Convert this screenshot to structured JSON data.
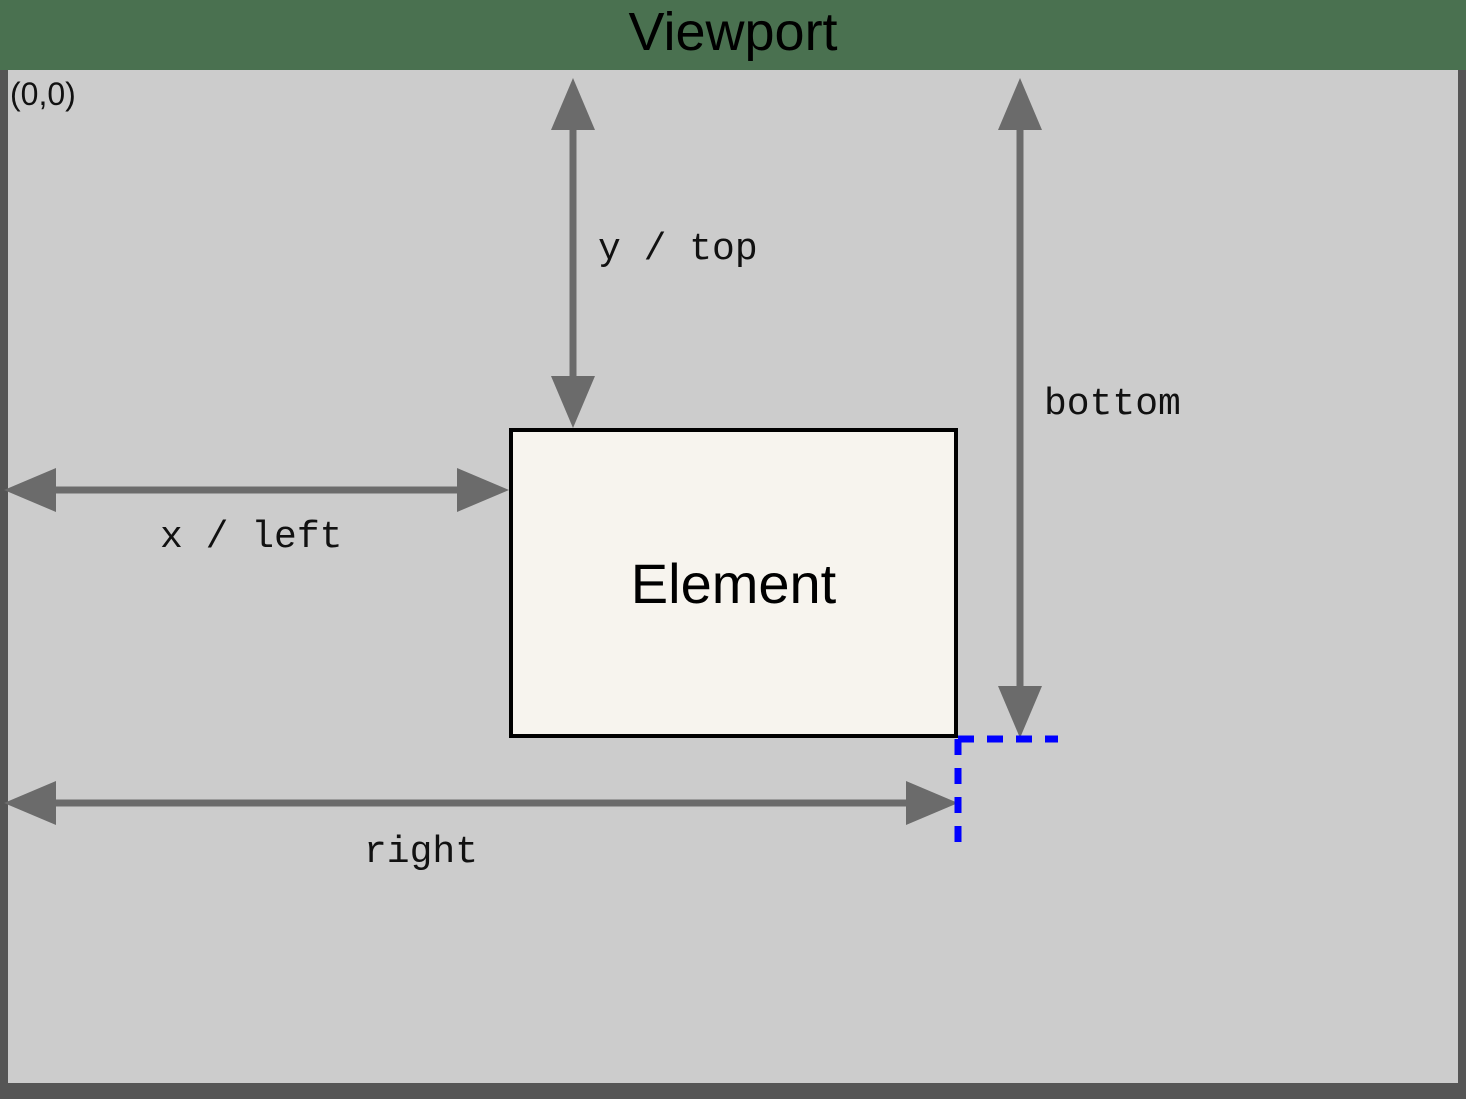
{
  "header": {
    "title": "Viewport",
    "background_color": "#4a7150"
  },
  "viewport": {
    "origin_label": "(0,0)",
    "background_color": "#cccccc",
    "border_color": "#555555"
  },
  "element": {
    "label": "Element",
    "fill_color": "#f7f4ee",
    "border_color": "#000000"
  },
  "guides": {
    "color": "#0000ff",
    "style": "dashed"
  },
  "measurements": [
    {
      "id": "y-top",
      "label": "y / top",
      "orientation": "vertical",
      "from": "viewport top edge",
      "to": "element top edge"
    },
    {
      "id": "x-left",
      "label": "x / left",
      "orientation": "horizontal",
      "from": "viewport left edge",
      "to": "element left edge"
    },
    {
      "id": "bottom",
      "label": "bottom",
      "orientation": "vertical",
      "from": "viewport top edge",
      "to": "element bottom edge"
    },
    {
      "id": "right",
      "label": "right",
      "orientation": "horizontal",
      "from": "viewport left edge",
      "to": "element right edge"
    }
  ],
  "arrow_color": "#6b6b6b"
}
